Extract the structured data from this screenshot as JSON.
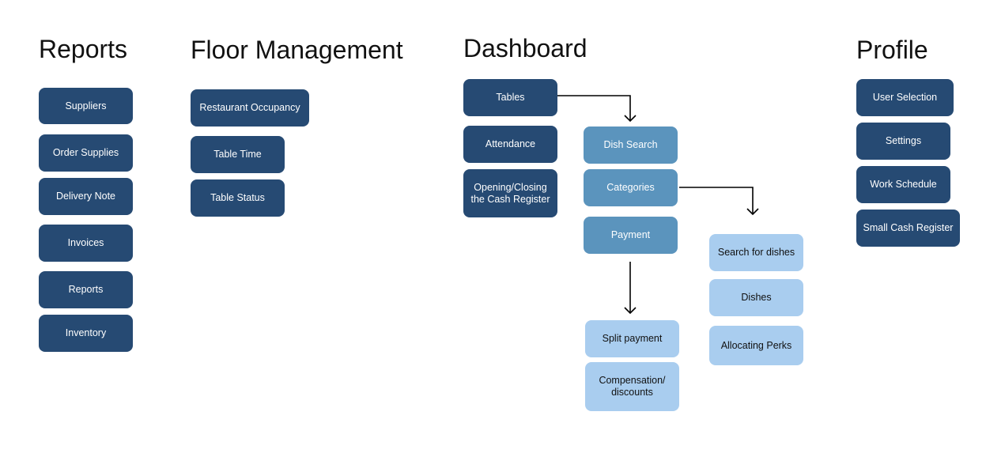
{
  "reports": {
    "title": "Reports",
    "items": [
      "Suppliers",
      "Order Supplies",
      "Delivery Note",
      "Invoices",
      "Reports",
      "Inventory"
    ]
  },
  "floor": {
    "title": "Floor Management",
    "items": [
      "Restaurant Occupancy",
      "Table Time",
      "Table Status"
    ]
  },
  "dashboard": {
    "title": "Dashboard",
    "items": [
      "Tables",
      "Attendance",
      "Opening/Closing\nthe Cash Register"
    ],
    "tables_children": [
      "Dish Search",
      "Categories",
      "Payment"
    ],
    "categories_children": [
      "Search for dishes",
      "Dishes",
      "Allocating Perks"
    ],
    "payment_children": [
      "Split payment",
      "Compensation/\ndiscounts"
    ]
  },
  "profile": {
    "title": "Profile",
    "items": [
      "User Selection",
      "Settings",
      "Work Schedule",
      "Small Cash Register"
    ]
  },
  "colors": {
    "dark_box": "#264a73",
    "mid_box": "#5b94bd",
    "light_box": "#a9cdef",
    "arrow": "#000000"
  }
}
